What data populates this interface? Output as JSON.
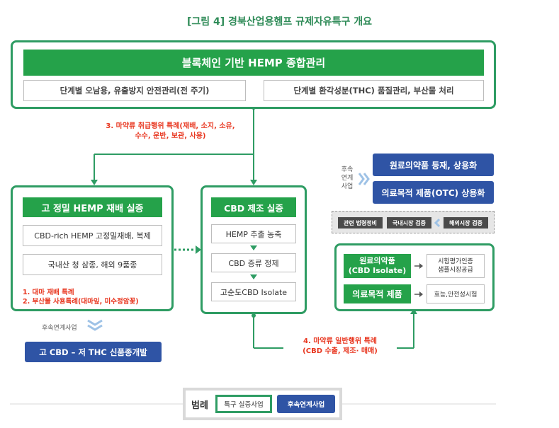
{
  "title": "[그림 4] 경북산업용헴프 규제자유특구 개요",
  "top": {
    "header": "블록체인 기반 HEMP 종합관리",
    "item1": "단계별 오남용, 유출방지 안전관리(전 주기)",
    "item2": "단계별 환각성분(THC) 품질관리, 부산물 처리"
  },
  "special3": {
    "line1": "3. 마약류  취급행위 특례(재배, 소지, 소유,",
    "line2": "수수, 운반, 보관, 사용)"
  },
  "left": {
    "header": "고 정밀 HEMP 재배 실증",
    "item1": "CBD-rich HEMP 고정밀재배, 복제",
    "item2": "국내산 청 삼종, 해외 9품종",
    "note1": "1. 대마 재배 특례",
    "note2": "2. 부산물 사용특례(대마잎, 미수정암꽃)"
  },
  "follow_left": {
    "label": "후속연계사업",
    "box": "고 CBD – 저 THC 신품종개발"
  },
  "mid": {
    "header": "CBD 제조 실증",
    "steps": [
      "HEMP 추출 농축",
      "CBD 증류 정제",
      "고순도CBD Isolate"
    ]
  },
  "right_follow": {
    "label_lines": [
      "후속",
      "연계",
      "사업"
    ],
    "box1": "원료의약품 등재, 상용화",
    "box2": "의료목적 제품(OTC) 상용화"
  },
  "gray_row": {
    "tag1": "관련 법령정비",
    "tag2": "국내시장 검증",
    "tag3": "해외시장 검증"
  },
  "right_box": {
    "item1_line1": "원료의약품",
    "item1_line2": "(CBD Isolate)",
    "item1_note_line1": "시험평가인증",
    "item1_note_line2": "샘플시장공급",
    "item2": "의료목적 제품",
    "item2_note": "효능,안전성시험"
  },
  "special4": {
    "line1": "4. 마약류 일반행위 특례",
    "line2": "(CBD 수출, 제조· 매매)"
  },
  "legend": {
    "label": "범례",
    "item1": "특구 실증사업",
    "item2": "후속연계사업"
  },
  "colors": {
    "green": "#2e9c63",
    "green_bar": "#25a24a",
    "navy": "#2f54a5",
    "red": "#e8361f"
  }
}
